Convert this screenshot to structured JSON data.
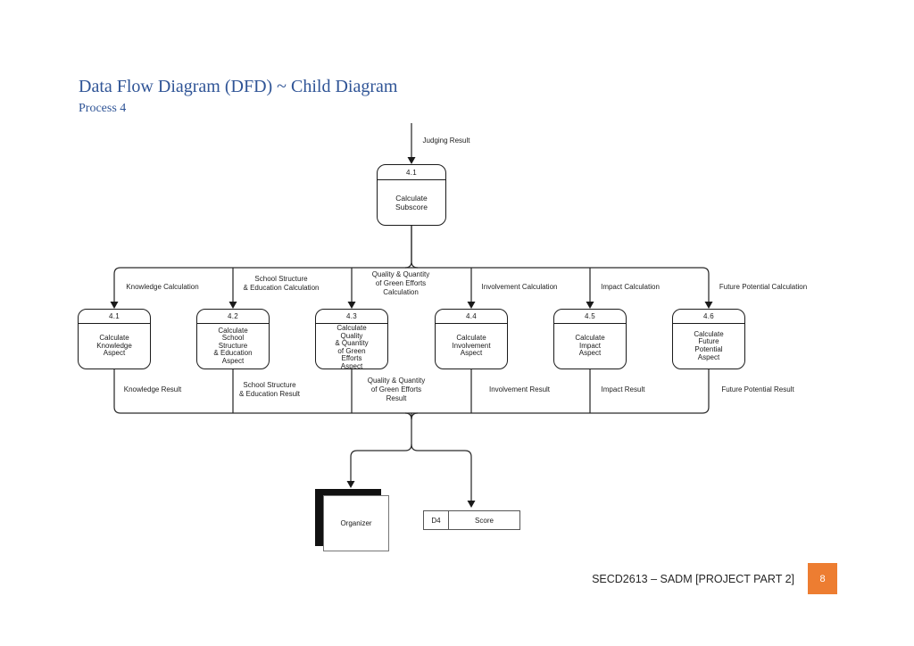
{
  "page": {
    "title": "Data Flow Diagram (DFD) ~ Child Diagram",
    "subtitle": "Process 4",
    "footer": {
      "course": "SECD2613 – SADM [PROJECT PART 2]",
      "page_number": "8",
      "accent_color": "#ED7D31"
    }
  },
  "diagram": {
    "parent_process": {
      "id": "4.1",
      "label": "Calculate\nSubscore",
      "input_flow": "Judging Result"
    },
    "processes": [
      {
        "id": "4.1",
        "label": "Calculate\nKnowledge\nAspect",
        "in_flow": "Knowledge Calculation",
        "out_flow": "Knowledge Result"
      },
      {
        "id": "4.2",
        "label": "Calculate\nSchool\nStructure\n& Education\nAspect",
        "in_flow": "School Structure\n& Education Calculation",
        "out_flow": "School Structure\n& Education Result"
      },
      {
        "id": "4.3",
        "label": "Calculate\nQuality\n& Quantity\nof Green\nEfforts\nAspect",
        "in_flow": "Quality & Quantity\nof Green Efforts\nCalculation",
        "out_flow": "Quality & Quantity\nof Green Efforts\nResult"
      },
      {
        "id": "4.4",
        "label": "Calculate\nInvolvement\nAspect",
        "in_flow": "Involvement Calculation",
        "out_flow": "Involvement Result"
      },
      {
        "id": "4.5",
        "label": "Calculate\nImpact\nAspect",
        "in_flow": "Impact Calculation",
        "out_flow": "Impact Result"
      },
      {
        "id": "4.6",
        "label": "Calculate\nFuture\nPotential\nAspect",
        "in_flow": "Future Potential Calculation",
        "out_flow": "Future Potential Result"
      }
    ],
    "external_entity": {
      "label": "Organizer"
    },
    "data_store": {
      "id": "D4",
      "label": "Score"
    }
  }
}
